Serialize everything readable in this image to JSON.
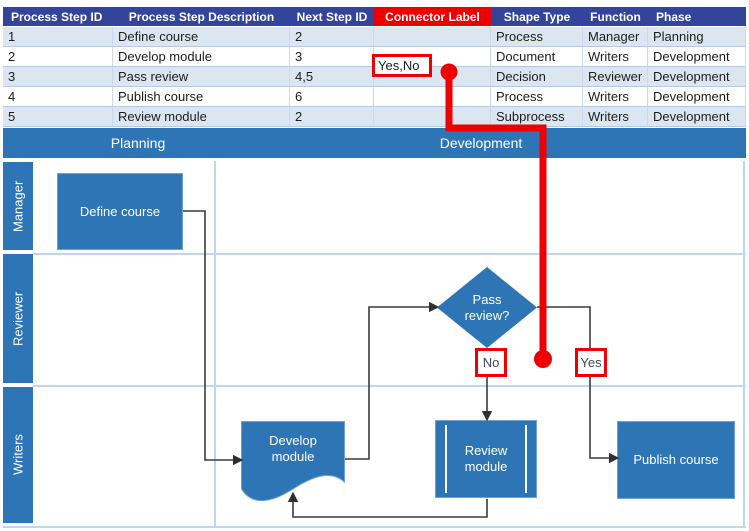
{
  "colors": {
    "table_header_navy": "#32459B",
    "highlight_red": "#EE0000",
    "diagram_blue": "#2E75B6",
    "banded_row_blue": "#DCE6F1",
    "lane_line_blue": "#BDD7EE",
    "connector_gray": "#3a3a3a"
  },
  "table": {
    "headers": [
      "Process Step ID",
      "Process Step Description",
      "Next Step ID",
      "Connector Label",
      "Shape Type",
      "Function",
      "Phase"
    ],
    "rows": [
      [
        "1",
        "Define course",
        "2",
        "",
        "Process",
        "Manager",
        "Planning"
      ],
      [
        "2",
        "Develop module",
        "3",
        "",
        "Document",
        "Writers",
        "Development"
      ],
      [
        "3",
        "Pass review",
        "4,5",
        "Yes,No",
        "Decision",
        "Reviewer",
        "Development"
      ],
      [
        "4",
        "Publish course",
        "6",
        "",
        "Process",
        "Writers",
        "Development"
      ],
      [
        "5",
        "Review module",
        "2",
        "",
        "Subprocess",
        "Writers",
        "Development"
      ]
    ]
  },
  "diagram": {
    "phases": {
      "planning": "Planning",
      "development": "Development"
    },
    "lanes": {
      "manager": "Manager",
      "reviewer": "Reviewer",
      "writers": "Writers"
    },
    "shapes": {
      "define_course": "Define course",
      "pass_review": "Pass review?",
      "develop_module": "Develop module",
      "review_module": "Review module",
      "publish_course": "Publish course"
    },
    "connector_labels": {
      "no": "No",
      "yes": "Yes"
    }
  }
}
